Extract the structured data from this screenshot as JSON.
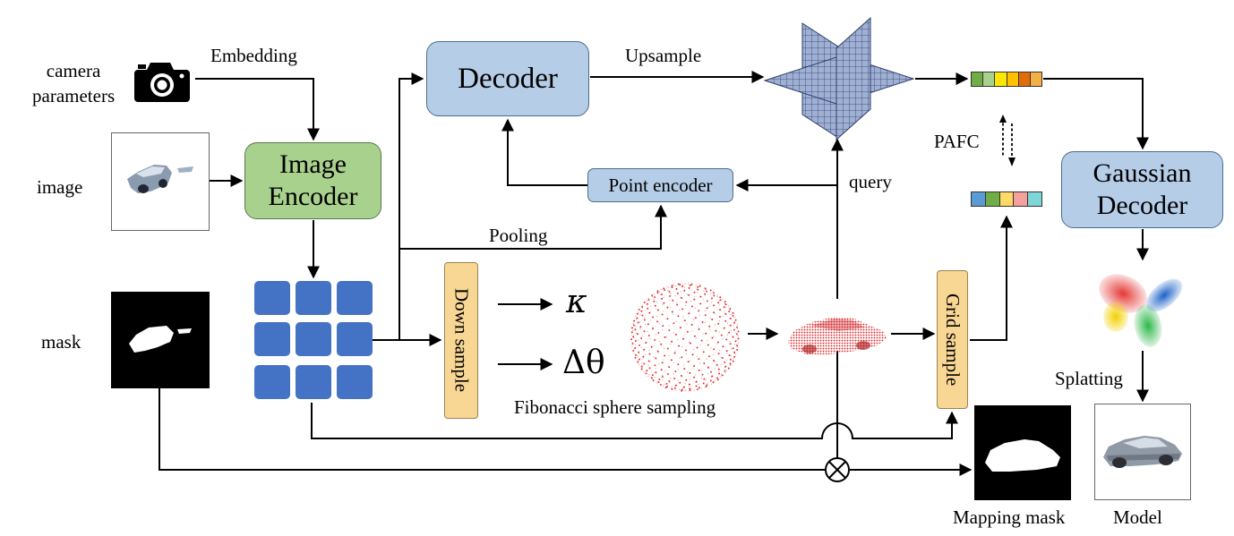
{
  "inputs": {
    "camera_label": "camera\nparameters",
    "image_label": "image",
    "mask_label": "mask"
  },
  "edges": {
    "embedding": "Embedding",
    "upsample": "Upsample",
    "pooling": "Pooling",
    "query": "query",
    "pafc": "PAFC",
    "splatting": "Splatting"
  },
  "blocks": {
    "decoder": "Decoder",
    "image_encoder": "Image\nEncoder",
    "point_encoder": "Point encoder",
    "down_sample": "Down sample",
    "grid_sample": "Grid sample",
    "gaussian_decoder": "Gaussian\nDecoder"
  },
  "symbols": {
    "kappa": "κ",
    "delta_theta": "Δθ"
  },
  "captions": {
    "fibonacci": "Fibonacci sphere sampling",
    "mapping_mask": "Mapping  mask",
    "model": "Model"
  },
  "colors": {
    "decoder_fill": "#b6cde8",
    "encoder_fill": "#a9d18e",
    "sample_fill": "#f8d694",
    "feature_grid": "#4472c4",
    "point_cloud": "#e0191c",
    "top_feature_cells": [
      "#70ad47",
      "#a9d18e",
      "#ffe600",
      "#ffc000",
      "#e26b0a",
      "#f2b045"
    ],
    "bottom_feature_cells": [
      "#5b9bd5",
      "#70ad47",
      "#ffd966",
      "#f4a09c",
      "#7fd6d6"
    ]
  },
  "icons": [
    "camera-icon",
    "triplane-icon",
    "gaussians-icon",
    "sphere-points-icon",
    "car-points-icon",
    "multiply-icon"
  ]
}
